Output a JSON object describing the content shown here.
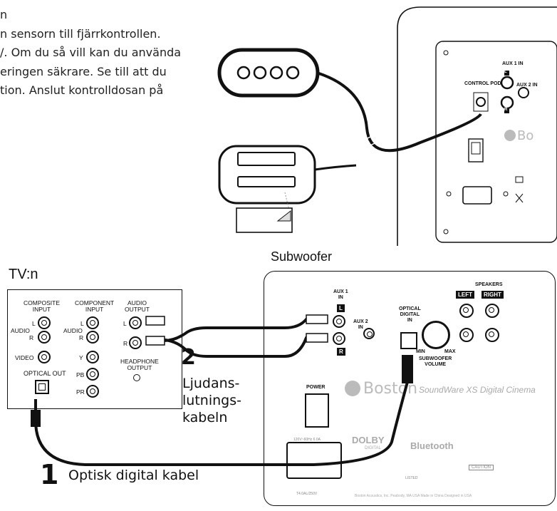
{
  "intro_text": {
    "line0": "n",
    "line1": "n sensorn till fjärrkontrollen.",
    "line2": "/. Om du så vill kan du använda",
    "line3": "eringen säkrare. Se till att du",
    "line4": "tion. Anslut kontrolldosan på"
  },
  "top_panel": {
    "control_pod": "CONTROL\nPOD",
    "aux1": "AUX 1\nIN",
    "aux2": "AUX 2\nIN",
    "aux_l": "L",
    "aux_r": "R",
    "brand": "Bo"
  },
  "titles": {
    "subwoofer": "Subwoofer",
    "tv": "TV:n"
  },
  "tv_panel": {
    "composite_input": "COMPOSITE\nINPUT",
    "component_input": "COMPONENT\nINPUT",
    "audio_output": "AUDIO\nOUTPUT",
    "audio": "AUDIO",
    "l": "L",
    "r": "R",
    "video": "VIDEO",
    "y": "Y",
    "pb": "PB",
    "pr": "PR",
    "optical_out": "OPTICAL OUT",
    "headphone_output": "HEADPHONE\nOUTPUT"
  },
  "callouts": {
    "num2": "2",
    "cable2_line1": "Ljudans-",
    "cable2_line2": "lutnings-",
    "cable2_line3": "kabeln",
    "num1": "1",
    "cable1": "Optisk digital kabel"
  },
  "sub_panel": {
    "aux1": "AUX 1\nIN",
    "aux2": "AUX 2\nIN",
    "l": "L",
    "r": "R",
    "optical_digital_in": "OPTICAL\nDIGITAL\nIN",
    "min": "MIN",
    "max": "MAX",
    "subwoofer_volume": "SUBWOOFER\nVOLUME",
    "speakers": "SPEAKERS",
    "left": "LEFT",
    "right": "RIGHT",
    "power": "POWER",
    "brand": "Boston",
    "product": "SoundWare XS Digital Cinema",
    "power_rating": "120V~60Hz 6.0A",
    "fuse": "T4.0AL/250V",
    "dolby": "DOLBY",
    "dolby_sub": "DIGITAL",
    "bluetooth": "Bluetooth",
    "caution": "CAUTION",
    "listed": "LISTED",
    "footer": "Boston Acoustics, Inc. Peabody, MA USA   Made in China   Designed in USA"
  }
}
